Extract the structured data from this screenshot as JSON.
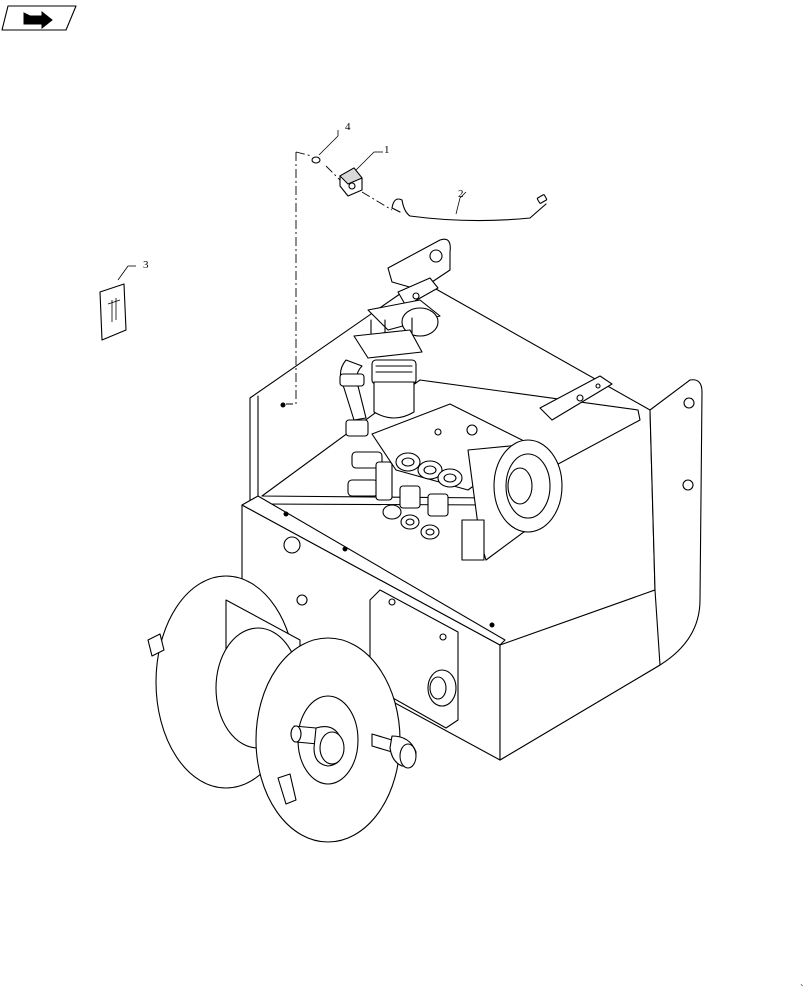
{
  "callouts": [
    {
      "id": "1",
      "label": "1"
    },
    {
      "id": "2",
      "label": "2"
    },
    {
      "id": "3",
      "label": "3"
    },
    {
      "id": "4",
      "label": "4"
    }
  ],
  "nav_icon": "forward-arrow-icon",
  "corner_mark": "`"
}
